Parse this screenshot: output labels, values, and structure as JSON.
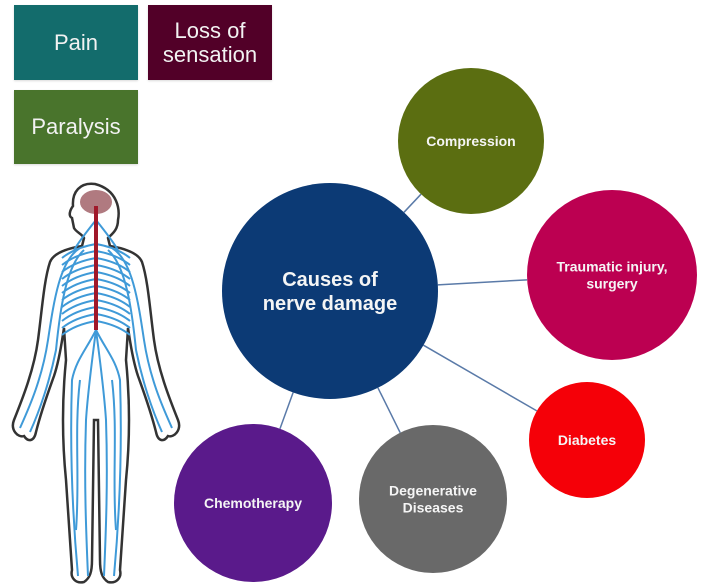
{
  "symptoms": [
    {
      "label": "Pain",
      "color": "#136c6c"
    },
    {
      "label": "Loss of sensation",
      "line1": "Loss of",
      "line2": "sensation",
      "color": "#520028"
    },
    {
      "label": "Paralysis",
      "color": "#49742c"
    }
  ],
  "center": {
    "label": "Causes of nerve damage",
    "line1": "Causes of",
    "line2": "nerve damage",
    "color": "#0c3a75"
  },
  "causes": [
    {
      "label": "Compression",
      "line1": "Compression",
      "line2": "",
      "color": "#5b6e11"
    },
    {
      "label": "Traumatic injury, surgery",
      "line1": "Traumatic injury,",
      "line2": "surgery",
      "color": "#bc0051"
    },
    {
      "label": "Diabetes",
      "line1": "Diabetes",
      "line2": "",
      "color": "#f50008"
    },
    {
      "label": "Degenerative Diseases",
      "line1": "Degenerative",
      "line2": "Diseases",
      "color": "#696969"
    },
    {
      "label": "Chemotherapy",
      "line1": "Chemotherapy",
      "line2": "",
      "color": "#5a1a8b"
    }
  ],
  "connector_color": "#5a7aa8",
  "figure": {
    "nerve_color": "#3f9ad8",
    "spine_color": "#a0182a",
    "brain_color": "#b07a80",
    "outline_color": "#333333"
  }
}
